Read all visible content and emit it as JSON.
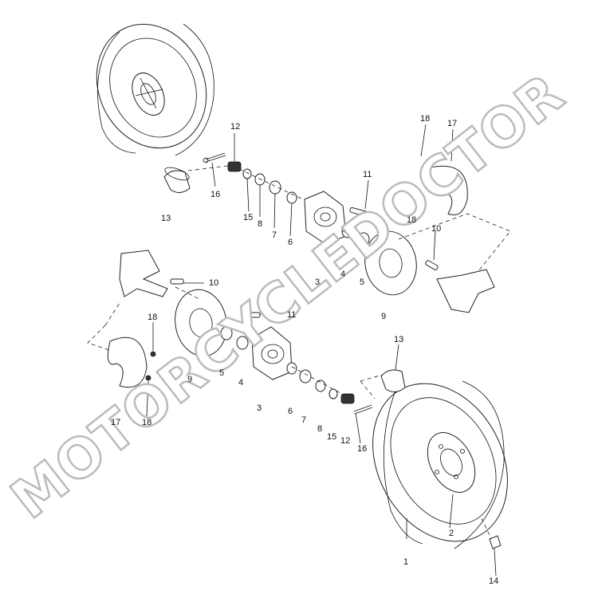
{
  "watermark": "MOTORCYCLEDOCTOR",
  "callouts": [
    {
      "id": "label-12-top",
      "text": "12"
    },
    {
      "id": "label-16-top",
      "text": "16"
    },
    {
      "id": "label-13-top",
      "text": "13"
    },
    {
      "id": "label-15-top",
      "text": "15"
    },
    {
      "id": "label-8-top",
      "text": "8"
    },
    {
      "id": "label-7-top",
      "text": "7"
    },
    {
      "id": "label-6-top",
      "text": "6"
    },
    {
      "id": "label-11-top",
      "text": "11"
    },
    {
      "id": "label-18-topright-a",
      "text": "18"
    },
    {
      "id": "label-17-topright",
      "text": "17"
    },
    {
      "id": "label-18-topright-b",
      "text": "18"
    },
    {
      "id": "label-10-right",
      "text": "10"
    },
    {
      "id": "label-3-top",
      "text": "3"
    },
    {
      "id": "label-4-top",
      "text": "4"
    },
    {
      "id": "label-5-top",
      "text": "5"
    },
    {
      "id": "label-9-right",
      "text": "9"
    },
    {
      "id": "label-10-left",
      "text": "10"
    },
    {
      "id": "label-11-mid",
      "text": "11"
    },
    {
      "id": "label-18-left-a",
      "text": "18"
    },
    {
      "id": "label-9-left",
      "text": "9"
    },
    {
      "id": "label-5-mid",
      "text": "5"
    },
    {
      "id": "label-4-mid",
      "text": "4"
    },
    {
      "id": "label-3-bottom",
      "text": "3"
    },
    {
      "id": "label-13-bottom",
      "text": "13"
    },
    {
      "id": "label-6-bottom",
      "text": "6"
    },
    {
      "id": "label-7-bottom",
      "text": "7"
    },
    {
      "id": "label-8-bottom",
      "text": "8"
    },
    {
      "id": "label-15-bottom",
      "text": "15"
    },
    {
      "id": "label-12-bottom",
      "text": "12"
    },
    {
      "id": "label-16-bottom",
      "text": "16"
    },
    {
      "id": "label-17-left",
      "text": "17"
    },
    {
      "id": "label-18-left-b",
      "text": "18"
    },
    {
      "id": "label-2",
      "text": "2"
    },
    {
      "id": "label-1",
      "text": "1"
    },
    {
      "id": "label-14",
      "text": "14"
    }
  ]
}
